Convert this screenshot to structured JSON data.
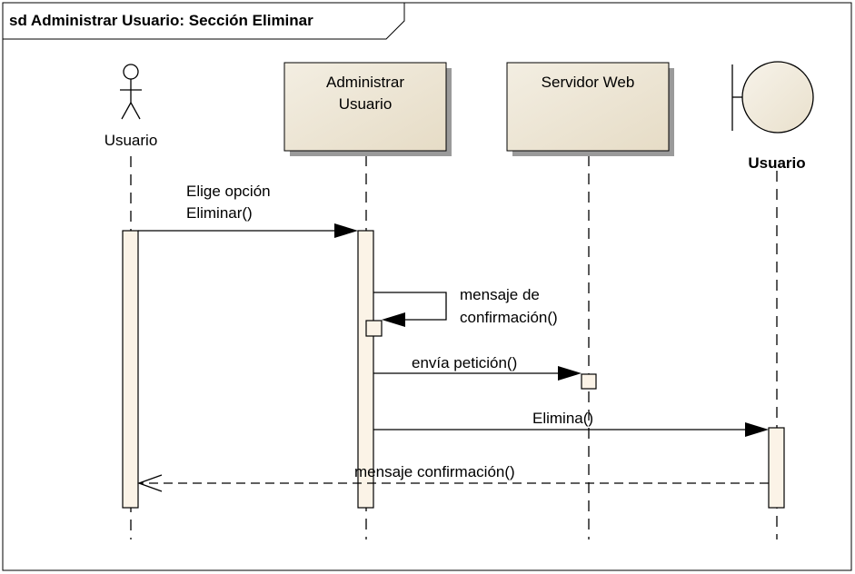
{
  "frame": {
    "title": "sd Administrar Usuario: Sección Eliminar"
  },
  "lifelines": {
    "actor": {
      "label": "Usuario"
    },
    "admin": {
      "line1": "Administrar",
      "line2": "Usuario"
    },
    "server": {
      "label": "Servidor Web"
    },
    "boundary": {
      "label": "Usuario"
    }
  },
  "messages": {
    "m1": {
      "line1": "Elige opción",
      "line2": "Eliminar()"
    },
    "m2": {
      "line1": "mensaje de",
      "line2": "confirmación()"
    },
    "m3": {
      "label": "envía petición()"
    },
    "m4": {
      "label": "Elimina()"
    },
    "m5": {
      "label": "mensaje confirmación()"
    }
  },
  "colors": {
    "box_fill": "#ede6d4",
    "activation_fill": "#fbf3e7",
    "shadow": "#9a9a9a",
    "line": "#000000"
  }
}
